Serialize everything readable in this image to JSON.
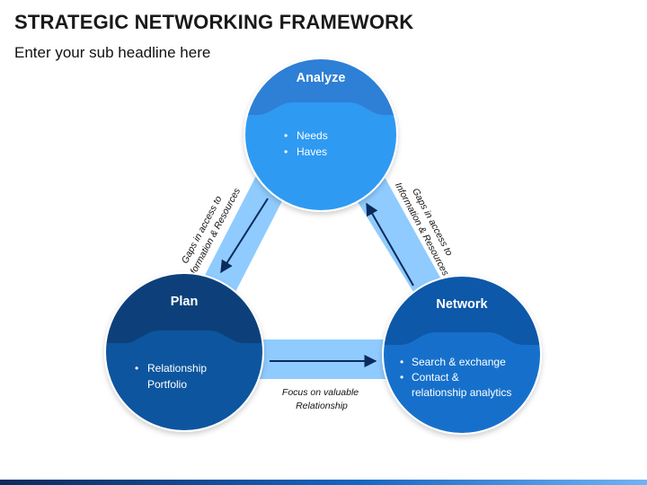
{
  "header": {
    "title": "STRATEGIC NETWORKING FRAMEWORK",
    "subtitle": "Enter your sub headline here"
  },
  "nodes": {
    "analyze": {
      "title": "Analyze",
      "items": [
        "Needs",
        "Haves"
      ]
    },
    "plan": {
      "title": "Plan",
      "items": [
        "Relationship",
        "Portfolio"
      ]
    },
    "network": {
      "title": "Network",
      "items": [
        "Search & exchange",
        "Contact &",
        "relationship analytics"
      ]
    }
  },
  "connectors": {
    "left": [
      "Gaps in access to",
      "Information & Resources"
    ],
    "right": [
      "Gaps in access to",
      "Information & Resources"
    ],
    "bottom": [
      "Focus on valuable",
      "Relationship"
    ]
  },
  "colors": {
    "analyze_top": "#2f7fd6",
    "analyze_body": "#2e9af2",
    "plan_top": "#0d3f7a",
    "plan_body": "#10559e",
    "network_top": "#1158a8",
    "network_body": "#1570cb",
    "connector": "#8fcbff"
  }
}
